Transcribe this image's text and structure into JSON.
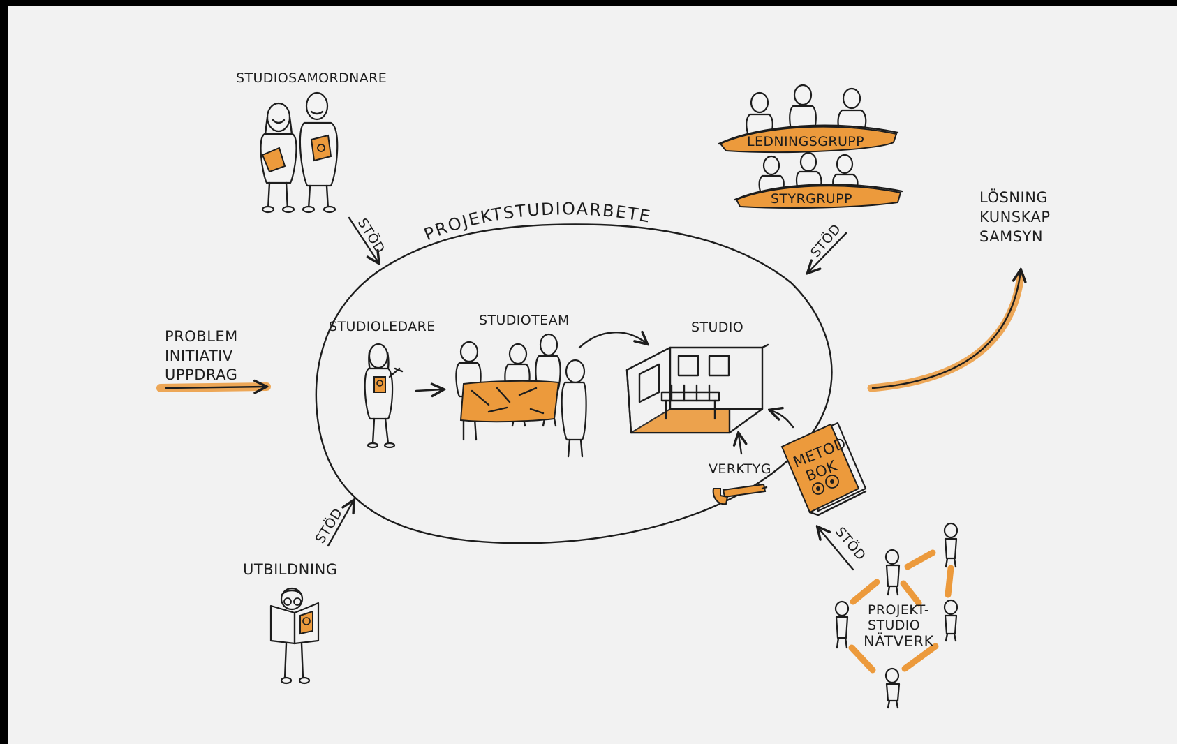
{
  "diagram": {
    "colors": {
      "background": "#f2f2f2",
      "ink": "#1d1d1d",
      "accent": "#ec9a3c"
    },
    "title": "PROJEKTSTUDIOARBETE",
    "inputs": [
      "PROBLEM",
      "INITIATIV",
      "UPPDRAG"
    ],
    "outputs": [
      "LÖSNING",
      "KUNSKAP",
      "SAMSYN"
    ],
    "roles": {
      "coordinator": "STUDIOSAMORDNARE",
      "leader": "STUDIOLEDARE",
      "team": "STUDIOTEAM",
      "studio": "STUDIO",
      "tools": "VERKTYG",
      "education": "UTBILDNING"
    },
    "governance": {
      "management": "LEDNINGSGRUPP",
      "steering": "STYRGRUPP"
    },
    "method_book": [
      "METOD",
      "BOK"
    ],
    "network": [
      "PROJEKT-",
      "STUDIO",
      "NÄTVERK"
    ],
    "support_label": "STÖD"
  }
}
